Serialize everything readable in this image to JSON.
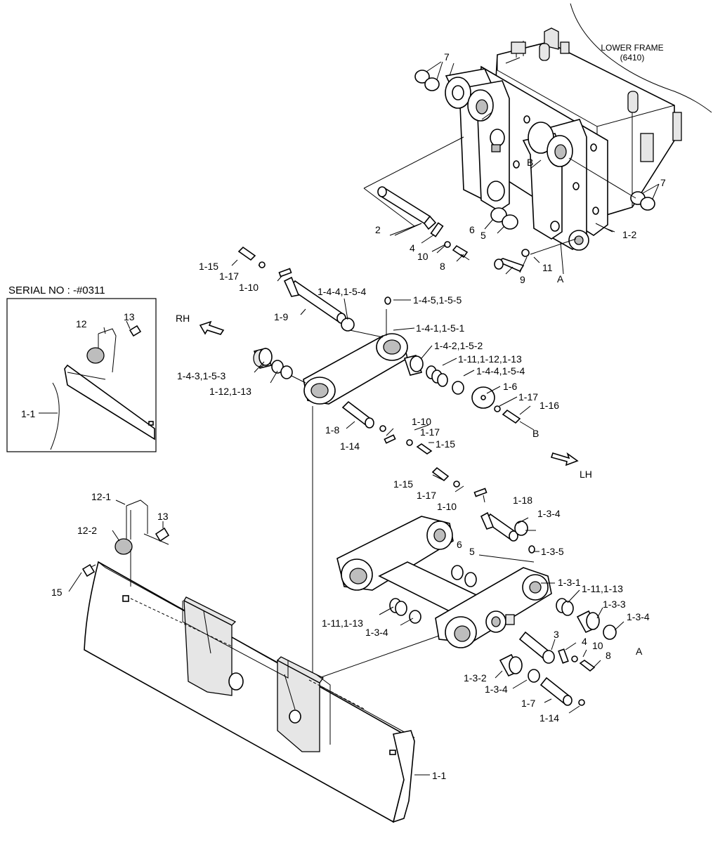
{
  "frame": {
    "title_line1": "LOWER FRAME",
    "title_line2": "(6410)"
  },
  "serial_box": {
    "label": "SERIAL NO : -#0311",
    "parts": [
      "13",
      "12",
      "1-1"
    ]
  },
  "directions": {
    "rh": "RH",
    "lh": "LH"
  },
  "references": {
    "a_upper": "A",
    "a_lower": "A",
    "b_upper": "B",
    "b_lower": "B"
  },
  "labels": {
    "p7_top": "7",
    "p7_right": "7",
    "p2": "2",
    "p4_top": "4",
    "p10_top": "10",
    "p8_top": "8",
    "p6_top": "6",
    "p5_top": "5",
    "p1_2": "1-2",
    "p11_top": "11",
    "p9": "9",
    "p1_15_a": "1-15",
    "p1_17_a": "1-17",
    "p1_10_a": "1-10",
    "p1_9": "1-9",
    "p1_4_4_a": "1-4-4,1-5-4",
    "p1_4_5": "1-4-5,1-5-5",
    "p1_4_1": "1-4-1,1-5-1",
    "p1_4_2": "1-4-2,1-5-2",
    "p1_11_12": "1-11,1-12,1-13",
    "p1_4_4_b": "1-4-4,1-5-4",
    "p1_4_3": "1-4-3,1-5-3",
    "p1_12_13": "1-12,1-13",
    "p1_6": "1-6",
    "p1_17_b": "1-17",
    "p1_16": "1-16",
    "p1_8": "1-8",
    "p1_10_b": "1-10",
    "p1_17_c": "1-17",
    "p1_14_a": "1-14",
    "p1_15_b": "1-15",
    "p1_15_c": "1-15",
    "p1_17_d": "1-17",
    "p1_10_c": "1-10",
    "p1_18": "1-18",
    "p1_3_4_a": "1-3-4",
    "p12_1": "12-1",
    "p13": "13",
    "p12_2": "12-2",
    "p6_bottom": "6",
    "p5_bottom": "5",
    "p1_3_5": "1-3-5",
    "p1_3_1": "1-3-1",
    "p15": "15",
    "p1_11_13_a": "1-11,1-13",
    "p1_3_3": "1-3-3",
    "p1_11_13_b": "1-11,1-13",
    "p1_3_4_b": "1-3-4",
    "p1_3_4_c": "1-3-4",
    "p3": "3",
    "p4_bottom": "4",
    "p10_bottom": "10",
    "p8_bottom": "8",
    "p1_3_2": "1-3-2",
    "p1_3_4_d": "1-3-4",
    "p1_7": "1-7",
    "p1_14_b": "1-14",
    "p1_1": "1-1"
  }
}
